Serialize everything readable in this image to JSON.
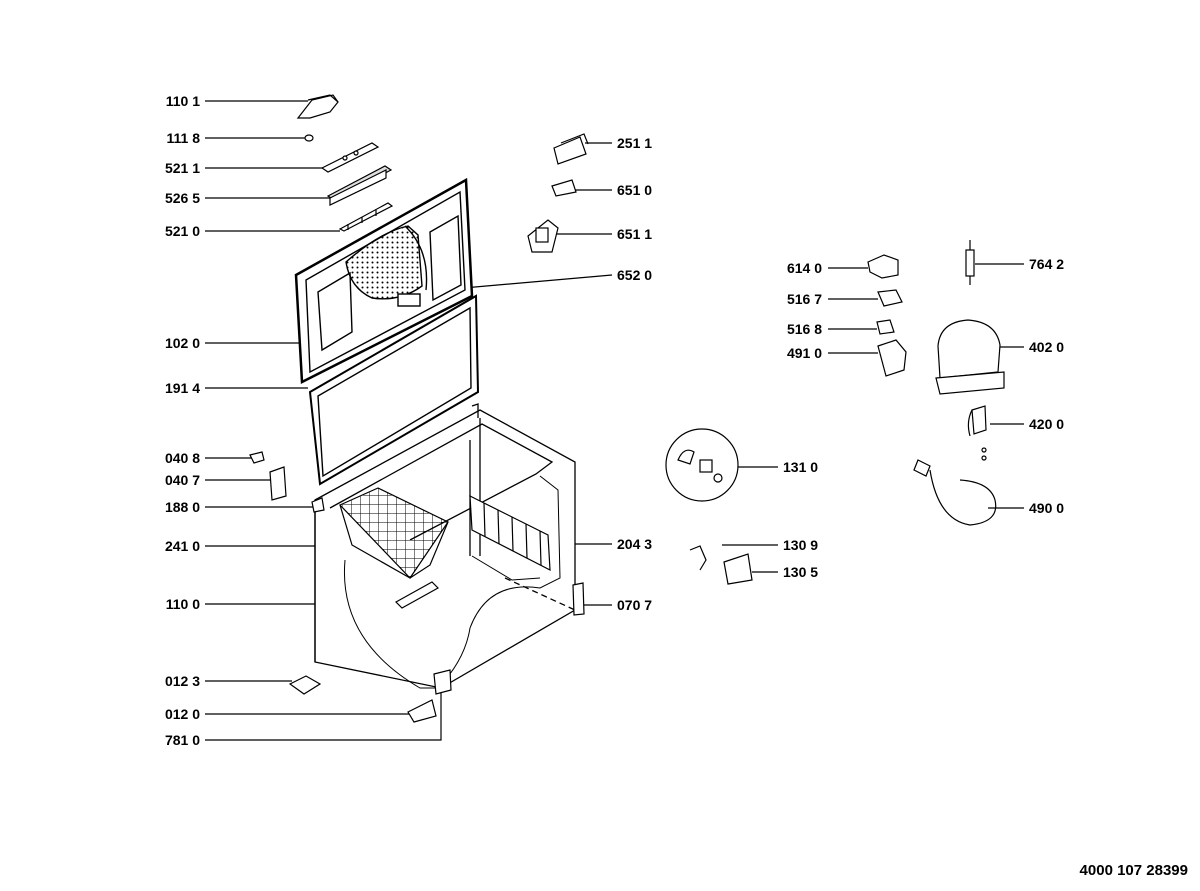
{
  "title": "",
  "document_number": "4000 107 28399",
  "left_labels": {
    "l1101": "110 1",
    "l1118": "111 8",
    "l5211": "521 1",
    "l5265": "526 5",
    "l5210": "521 0",
    "l1020": "102 0",
    "l1914": "191 4",
    "l0408": "040 8",
    "l0407": "040 7",
    "l1880": "188 0",
    "l2410": "241 0",
    "l1100": "110 0",
    "l0123": "012 3",
    "l0120": "012 0",
    "l7810": "781 0"
  },
  "center_labels": {
    "l2511": "251 1",
    "l6510": "651 0",
    "l6511": "651 1",
    "l6520": "652 0",
    "l2043": "204 3",
    "l0707": "070 7",
    "l1310": "131 0",
    "l1309": "130 9",
    "l1305": "130 5"
  },
  "right_labels": {
    "l6140": "614 0",
    "l5167": "516 7",
    "l5168": "516 8",
    "l4910": "491 0",
    "l7642": "764 2",
    "l4020": "402 0",
    "l4200": "420 0",
    "l4900": "490 0"
  }
}
